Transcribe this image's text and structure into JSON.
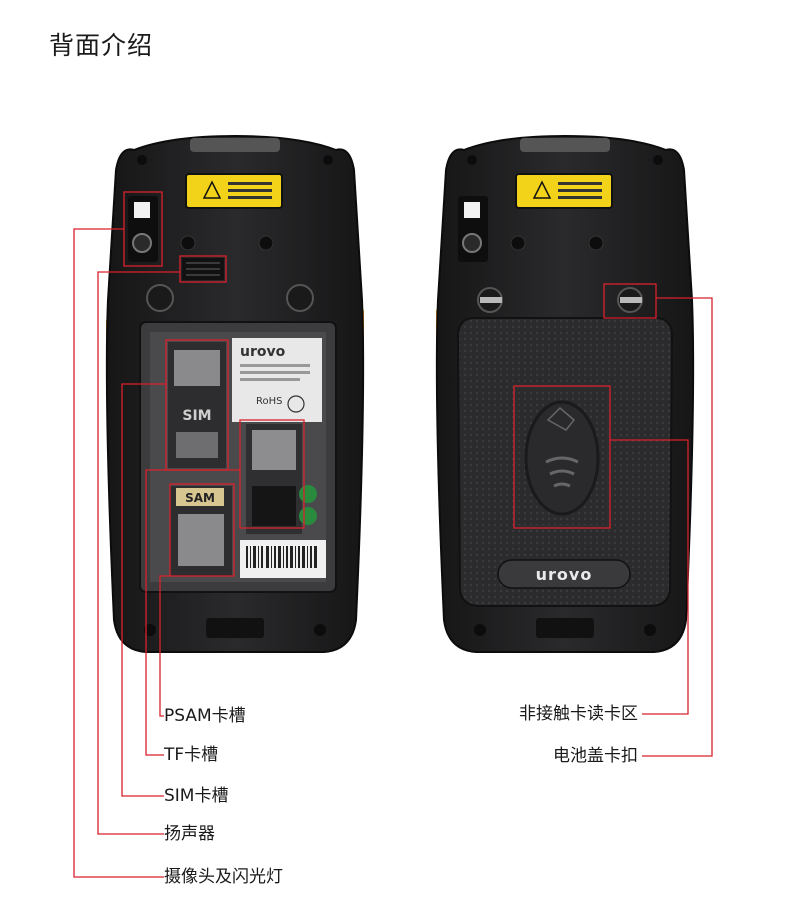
{
  "page": {
    "title": "背面介绍"
  },
  "device_left": {
    "brand": "urovo",
    "sim_slot_text": "SIM",
    "sam_slot_text": "SAM",
    "rohs_text": "RoHS"
  },
  "device_right": {
    "brand": "urovo"
  },
  "callouts_left": [
    {
      "label": "PSAM卡槽"
    },
    {
      "label": "TF卡槽"
    },
    {
      "label": "SIM卡槽"
    },
    {
      "label": "扬声器"
    },
    {
      "label": "摄像头及闪光灯"
    }
  ],
  "callouts_right": [
    {
      "label": "非接触卡读卡区"
    },
    {
      "label": "电池盖卡扣"
    }
  ],
  "colors": {
    "callout_line": "#d9212c",
    "device_body": "#1e1e20",
    "accent_orange": "#e8951f",
    "laser_yellow": "#f3d21a",
    "sim_green": "#2a8a3e"
  }
}
